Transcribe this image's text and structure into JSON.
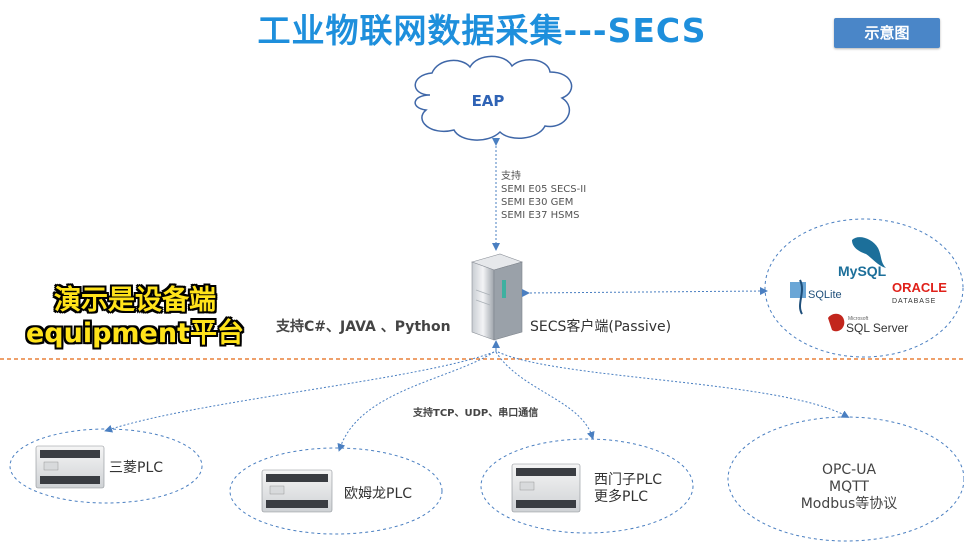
{
  "title": "工业物联网数据采集---SECS",
  "badge": "示意图",
  "eap": "EAP",
  "protocols": {
    "header": "支持",
    "lines": [
      "SEMI E05 SECS-II",
      "SEMI E30 GEM",
      "SEMI E37 HSMS"
    ]
  },
  "overlay": {
    "line1": "演示是设备端",
    "line2": "equipment平台"
  },
  "support_lang": "支持C#、JAVA 、Python",
  "client_label": "SECS客户端(Passive)",
  "comm_label": "支持TCP、UDP、串口通信",
  "plcs": {
    "mitsubishi": "三菱PLC",
    "omron": "欧姆龙PLC",
    "siemens_line1": "西门子PLC",
    "siemens_line2": "更多PLC"
  },
  "other_protocols": [
    "OPC-UA",
    "MQTT",
    "Modbus等协议"
  ],
  "databases": {
    "mysql": "MySQL",
    "sqlite": "SQLite",
    "oracle": "ORACLE",
    "oracle_sub": "DATABASE",
    "sqlserver_small": "Microsoft",
    "sqlserver": "SQL Server"
  },
  "colors": {
    "title": "#1e8fdc",
    "badge": "#4a86c8",
    "dashed": "#4a7fc1",
    "separator": "#e8803a",
    "overlay": "#ffe31a"
  }
}
